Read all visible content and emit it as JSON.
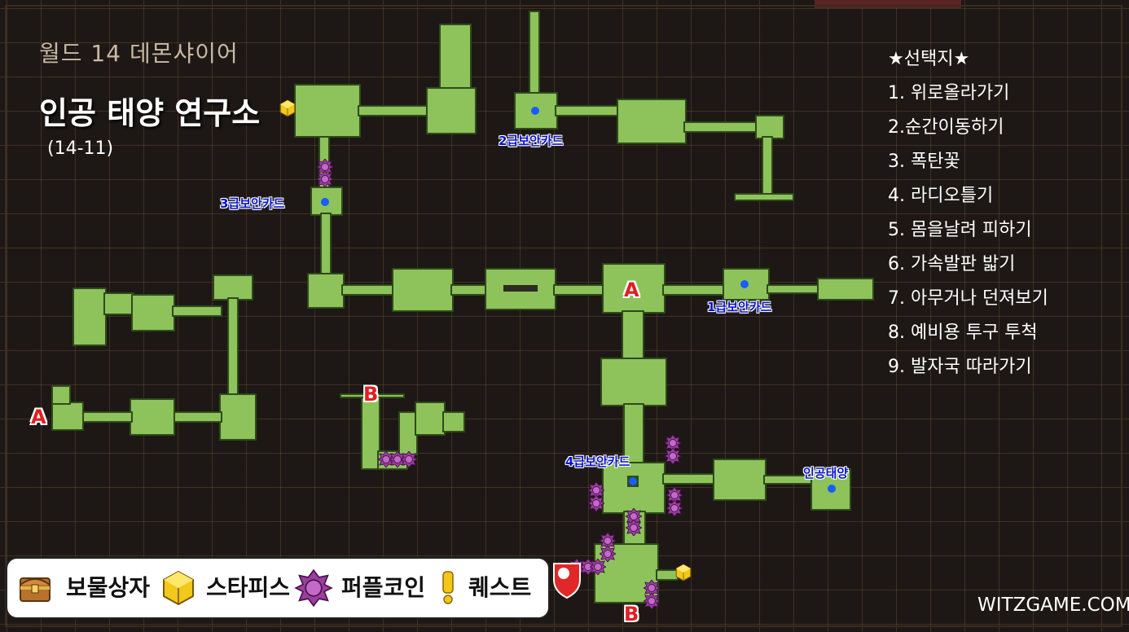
{
  "map": {
    "world": "월드 14 데몬샤이어",
    "area_name": "인공 태양 연구소",
    "area_code": "(14-11)"
  },
  "choices": {
    "title": "★선택지★",
    "items": [
      "1. 위로올라가기",
      "2.순간이동하기",
      "3. 폭탄꽃",
      "4. 라디오틀기",
      "5. 몸을날려 피하기",
      "6. 가속발판 밟기",
      "7. 아무거나 던져보기",
      "8. 예비용 투구 투척",
      "9. 발자국 따라가기"
    ]
  },
  "pins": {
    "card1": "1급보안카드",
    "card2": "2급보안카드",
    "card3": "3급보안카드",
    "card4": "4급보안카드",
    "sun": "인공태양"
  },
  "markers": {
    "a": "A",
    "b": "B"
  },
  "legend": {
    "treasure": "보물상자",
    "starpiece": "스타피스",
    "purplecoin": "퍼플코인",
    "quest": "퀘스트"
  },
  "watermark": "WITZGAME.COM",
  "colors": {
    "floor": "#8dc35a",
    "floor_edge": "#2f4a1a",
    "background": "#1d1816",
    "pin": "#1a5cff",
    "coin": "#8a2e8c",
    "starpiece": "#f5d21a",
    "marker": "#e21e22"
  }
}
